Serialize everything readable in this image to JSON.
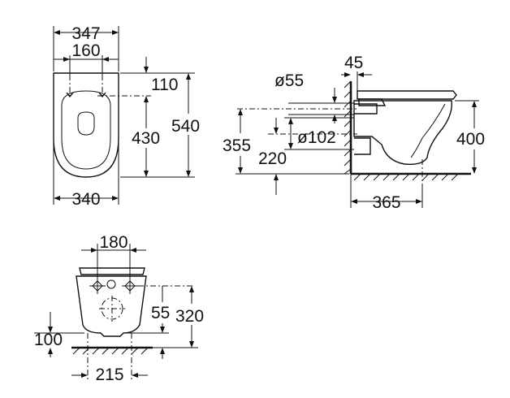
{
  "top_view": {
    "width_top": "347",
    "hole_spacing": "160",
    "front_to_holes": "110",
    "holes_to_back": "430",
    "total_length": "540",
    "width_bottom": "340"
  },
  "side_view": {
    "outlet_diameter": "ø55",
    "wall_gap": "45",
    "pipe_diameter": "ø102",
    "inlet_height": "355",
    "outlet_height": "220",
    "rim_height": "400",
    "projection": "365"
  },
  "rear_view": {
    "hole_spacing": "180",
    "outlet_offset": "55",
    "fixing_height": "320",
    "floor_height": "100",
    "outlet_width": "215"
  }
}
